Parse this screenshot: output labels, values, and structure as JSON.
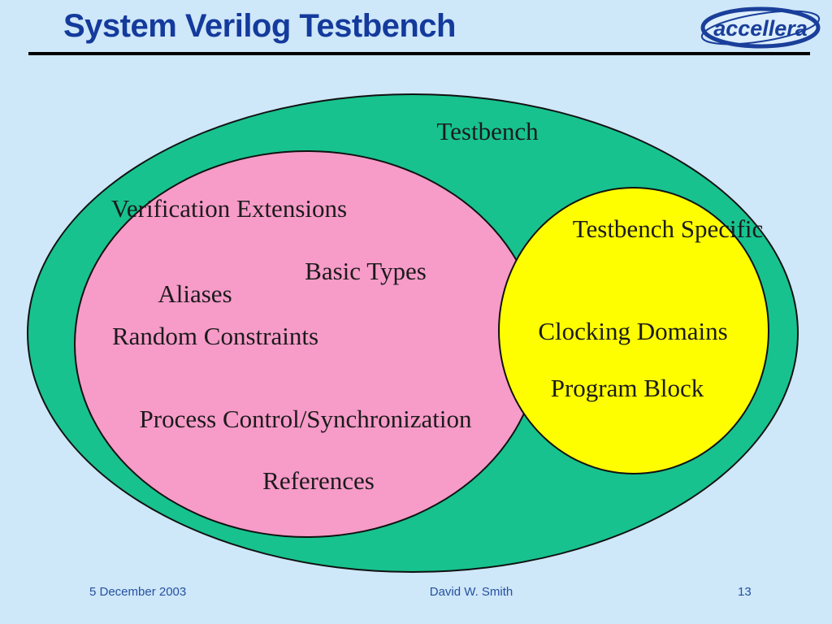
{
  "header": {
    "title": "System Verilog Testbench",
    "logo_text": "accellera"
  },
  "diagram": {
    "type": "venn",
    "outer_set": {
      "label": "Testbench",
      "color": "#17c28e"
    },
    "left_set": {
      "label": "Verification Extensions",
      "color": "#f79bc8",
      "items": {
        "basic_types": "Basic Types",
        "aliases": "Aliases",
        "random_constraints": "Random Constraints",
        "process_control": "Process Control/Synchronization",
        "references": "References"
      }
    },
    "right_set": {
      "label": "Testbench Specific",
      "color": "#fefe00",
      "items": {
        "clocking_domains": "Clocking Domains",
        "program_block": "Program Block"
      }
    }
  },
  "footer": {
    "date": "5 December 2003",
    "author": "David W. Smith",
    "page": "13"
  },
  "colors": {
    "background": "#cee7f9",
    "outer_ellipse": "#17c28e",
    "middle_ellipse": "#f79bc8",
    "inner_circle": "#fefe00",
    "outline": "#111111",
    "title_text": "#143a9c",
    "footer_text": "#26509f",
    "logo_blue": "#1a3f9a"
  }
}
